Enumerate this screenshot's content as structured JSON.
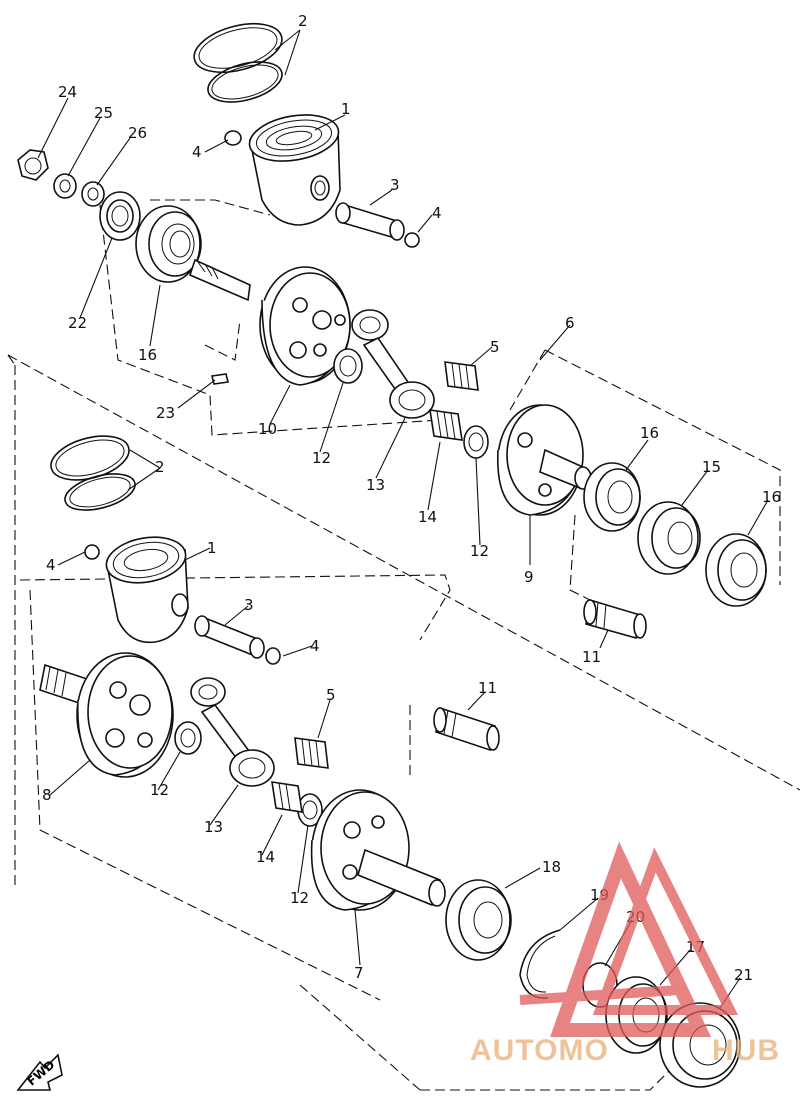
{
  "diagram": {
    "callouts": {
      "c1a": "1",
      "c2a": "2",
      "c3a": "3",
      "c4a": "4",
      "c4b": "4",
      "c5a": "5",
      "c6": "6",
      "c9": "9",
      "c10": "10",
      "c11a": "11",
      "c12a": "12",
      "c12b": "12",
      "c13a": "13",
      "c14a": "14",
      "c15": "15",
      "c16a": "16",
      "c16b": "16",
      "c16c": "16",
      "c22": "22",
      "c23": "23",
      "c24": "24",
      "c25": "25",
      "c26": "26",
      "c1b": "1",
      "c2b": "2",
      "c3b": "3",
      "c4c": "4",
      "c4d": "4",
      "c5b": "5",
      "c7": "7",
      "c8": "8",
      "c11b": "11",
      "c12c": "12",
      "c12d": "12",
      "c13b": "13",
      "c14b": "14",
      "c17": "17",
      "c18": "18",
      "c19": "19",
      "c20": "20",
      "c21": "21"
    },
    "fwd_label": "FWD"
  },
  "watermark": {
    "text_left": "AUTOMO",
    "text_right": "HUB",
    "color_text": "#e9b07a",
    "color_logo": "#e05a5a"
  }
}
